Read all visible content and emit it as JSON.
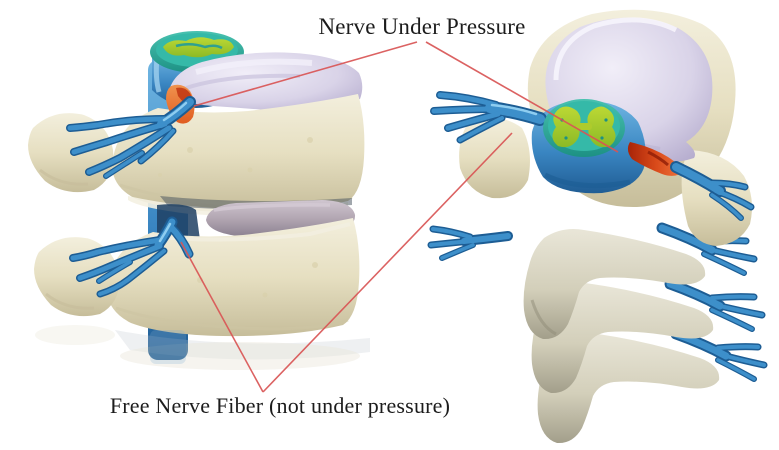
{
  "page": {
    "title": "Spinal nerve compression illustration",
    "background": "#ffffff"
  },
  "labels": {
    "top": "Nerve Under Pressure",
    "bottom": "Free Nerve Fiber (not under pressure)"
  },
  "figure": {
    "left_view": "Lateral view of two stacked vertebrae: bulging disc compressing nerve root (top) and free nerve fiber (bottom)",
    "right_view": "Superior oblique view of vertebral column: herniated disc pressing spinal nerve root red, stacked vertebrae with free nerve fibers below"
  },
  "colors": {
    "background": "#ffffff",
    "label_text": "#1c1c1c",
    "leader_line": "#d95555",
    "bone": "#e6dfc1",
    "bone_shadow": "#c2ba98",
    "bone_gray": "#d3cfba",
    "disc_lavender": "#d9d3e8",
    "disc_mauve": "#b2a6b2",
    "nerve_blue": "#3d8fca",
    "nerve_blue_light": "#8ecdf0",
    "nerve_blue_dark": "#1d5d94",
    "cord_teal": "#2fb2a1",
    "gray_matter_green": "#a9cd2f",
    "compressed_red": "#c63414",
    "compressed_orange": "#e8702e"
  }
}
